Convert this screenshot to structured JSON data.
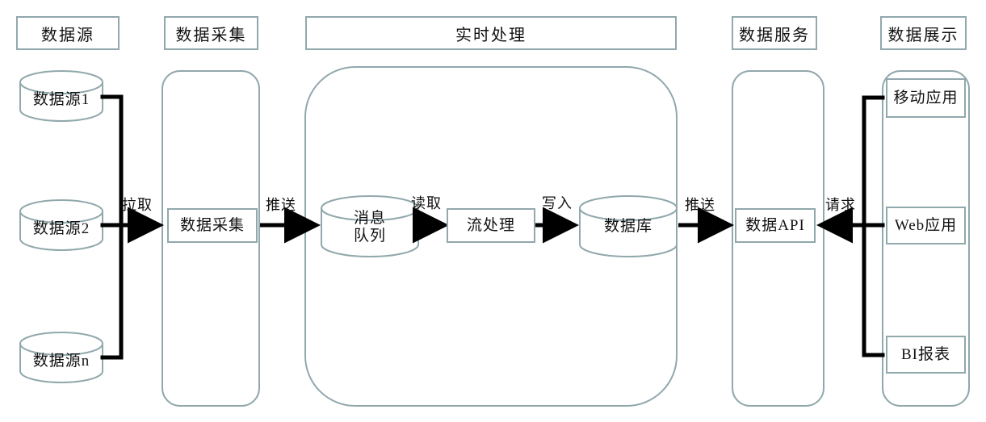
{
  "diagram": {
    "title_lanes": [
      {
        "name": "data-source",
        "label": "数据源"
      },
      {
        "name": "data-collection",
        "label": "数据采集"
      },
      {
        "name": "realtime-processing",
        "label": "实时处理"
      },
      {
        "name": "data-service",
        "label": "数据服务"
      },
      {
        "name": "data-presentation",
        "label": "数据展示"
      }
    ],
    "sources": [
      {
        "label": "数据源1"
      },
      {
        "label": "数据源2"
      },
      {
        "label": "数据源n"
      }
    ],
    "collection": {
      "label": "数据采集"
    },
    "processing": {
      "queue": {
        "label": "消息\n队列",
        "line1": "消息",
        "line2": "队列"
      },
      "stream": {
        "label": "流处理"
      },
      "database": {
        "label": "数据库"
      }
    },
    "service": {
      "api_label": "数据API"
    },
    "presentation": [
      {
        "label": "移动应用"
      },
      {
        "label": "Web应用"
      },
      {
        "label": "BI报表"
      }
    ],
    "edges": [
      {
        "name": "pull",
        "label": "拉取"
      },
      {
        "name": "push-to-queue",
        "label": "推送"
      },
      {
        "name": "read",
        "label": "读取"
      },
      {
        "name": "write",
        "label": "写入"
      },
      {
        "name": "push-to-api",
        "label": "推送"
      },
      {
        "name": "request",
        "label": "请求"
      }
    ],
    "colors": {
      "shape_stroke": "#91a8ac",
      "arrow": "#000000",
      "background": "#ffffff",
      "text": "#111111"
    }
  }
}
